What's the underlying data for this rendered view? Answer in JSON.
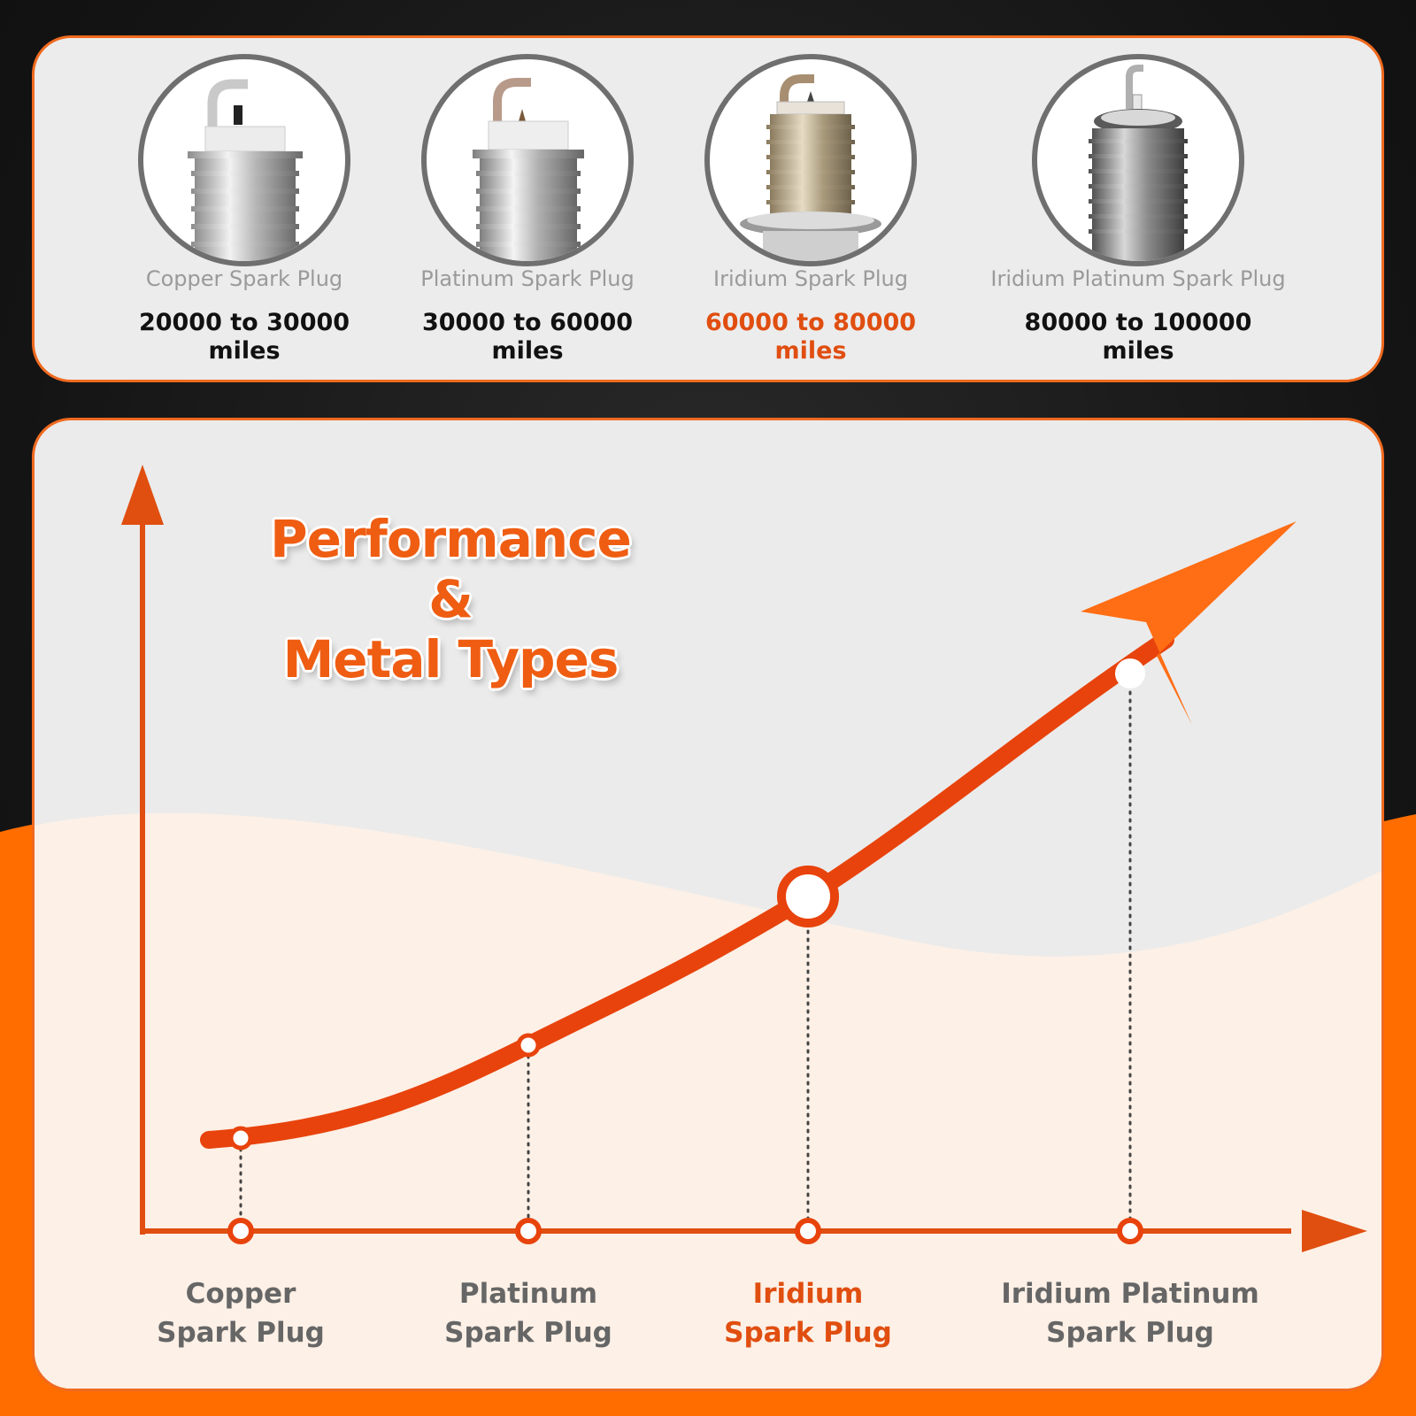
{
  "colors": {
    "accent": "#e8430c",
    "accent_light": "#ff6d14",
    "highlight_text": "#e04e10",
    "muted_text": "#9a9a9a"
  },
  "plugs": [
    {
      "name": "Copper Spark Plug",
      "miles_line1": "20000 to 30000",
      "miles_line2": "miles",
      "highlighted": false,
      "metal": "copper"
    },
    {
      "name": "Platinum Spark Plug",
      "miles_line1": "30000 to 60000",
      "miles_line2": "miles",
      "highlighted": false,
      "metal": "platinum"
    },
    {
      "name": "Iridium Spark Plug",
      "miles_line1": "60000 to 80000",
      "miles_line2": "miles",
      "highlighted": true,
      "metal": "iridium"
    },
    {
      "name": "Iridium Platinum Spark Plug",
      "miles_line1": "80000 to 100000",
      "miles_line2": "miles",
      "highlighted": false,
      "metal": "iridium-platinum"
    }
  ],
  "chart_data": {
    "type": "line",
    "title": "Performance & Metal Types",
    "title_lines": [
      "Performance",
      "&",
      "Metal Types"
    ],
    "categories": [
      {
        "line1": "Copper",
        "line2": "Spark Plug",
        "highlighted": false
      },
      {
        "line1": "Platinum",
        "line2": "Spark Plug",
        "highlighted": false
      },
      {
        "line1": "Iridium",
        "line2": "Spark Plug",
        "highlighted": true
      },
      {
        "line1": "Iridium Platinum",
        "line2": "Spark Plug",
        "highlighted": false
      }
    ],
    "values": [
      10,
      20,
      36,
      60
    ],
    "ylim": [
      0,
      80
    ],
    "xlabel": "",
    "ylabel": "",
    "grid": false,
    "legend": "none",
    "highlight_index": 2,
    "trend_arrow": true
  }
}
